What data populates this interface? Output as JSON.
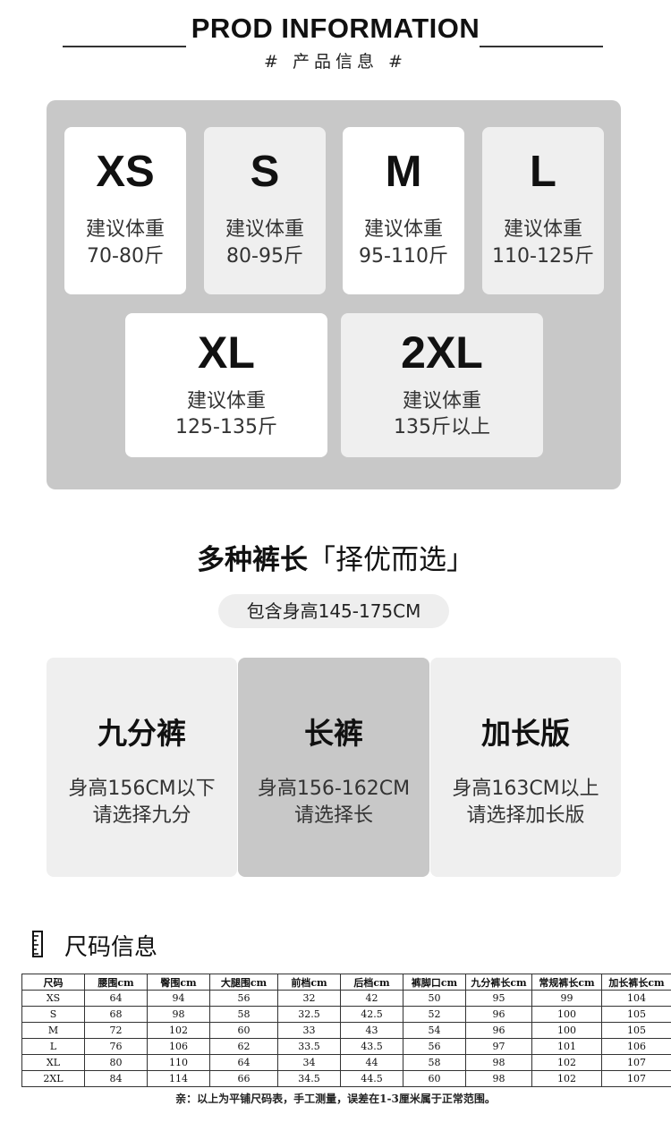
{
  "header": {
    "title": "PROD INFORMATION",
    "subtitle": "# 产品信息 #"
  },
  "sizes": [
    {
      "code": "XS",
      "label": "建议体重",
      "weight": "70-80斤"
    },
    {
      "code": "S",
      "label": "建议体重",
      "weight": "80-95斤"
    },
    {
      "code": "M",
      "label": "建议体重",
      "weight": "95-110斤"
    },
    {
      "code": "L",
      "label": "建议体重",
      "weight": "110-125斤"
    },
    {
      "code": "XL",
      "label": "建议体重",
      "weight": "125-135斤"
    },
    {
      "code": "2XL",
      "label": "建议体重",
      "weight": "135斤以上"
    }
  ],
  "lengths": {
    "title_bold": "多种裤长",
    "title_light": "「择优而选」",
    "height_range": "包含身高145-175CM",
    "items": [
      {
        "name": "九分裤",
        "line1": "身高156CM以下",
        "line2": "请选择九分"
      },
      {
        "name": "长裤",
        "line1": "身高156-162CM",
        "line2": "请选择长"
      },
      {
        "name": "加长版",
        "line1": "身高163CM以上",
        "line2": "请选择加长版"
      }
    ]
  },
  "size_chart": {
    "title": "尺码信息",
    "headers": [
      "尺码",
      "腰围cm",
      "臀围cm",
      "大腿围cm",
      "前档cm",
      "后档cm",
      "裤脚口cm",
      "九分裤长cm",
      "常规裤长cm",
      "加长裤长cm"
    ],
    "rows": [
      [
        "XS",
        "64",
        "94",
        "56",
        "32",
        "42",
        "50",
        "95",
        "99",
        "104"
      ],
      [
        "S",
        "68",
        "98",
        "58",
        "32.5",
        "42.5",
        "52",
        "96",
        "100",
        "105"
      ],
      [
        "M",
        "72",
        "102",
        "60",
        "33",
        "43",
        "54",
        "96",
        "100",
        "105"
      ],
      [
        "L",
        "76",
        "106",
        "62",
        "33.5",
        "43.5",
        "56",
        "97",
        "101",
        "106"
      ],
      [
        "XL",
        "80",
        "110",
        "64",
        "34",
        "44",
        "58",
        "98",
        "102",
        "107"
      ],
      [
        "2XL",
        "84",
        "114",
        "66",
        "34.5",
        "44.5",
        "60",
        "98",
        "102",
        "107"
      ]
    ],
    "footnote": "亲：以上为平铺尺码表，手工测量，误差在1-3厘米属于正常范围。"
  }
}
